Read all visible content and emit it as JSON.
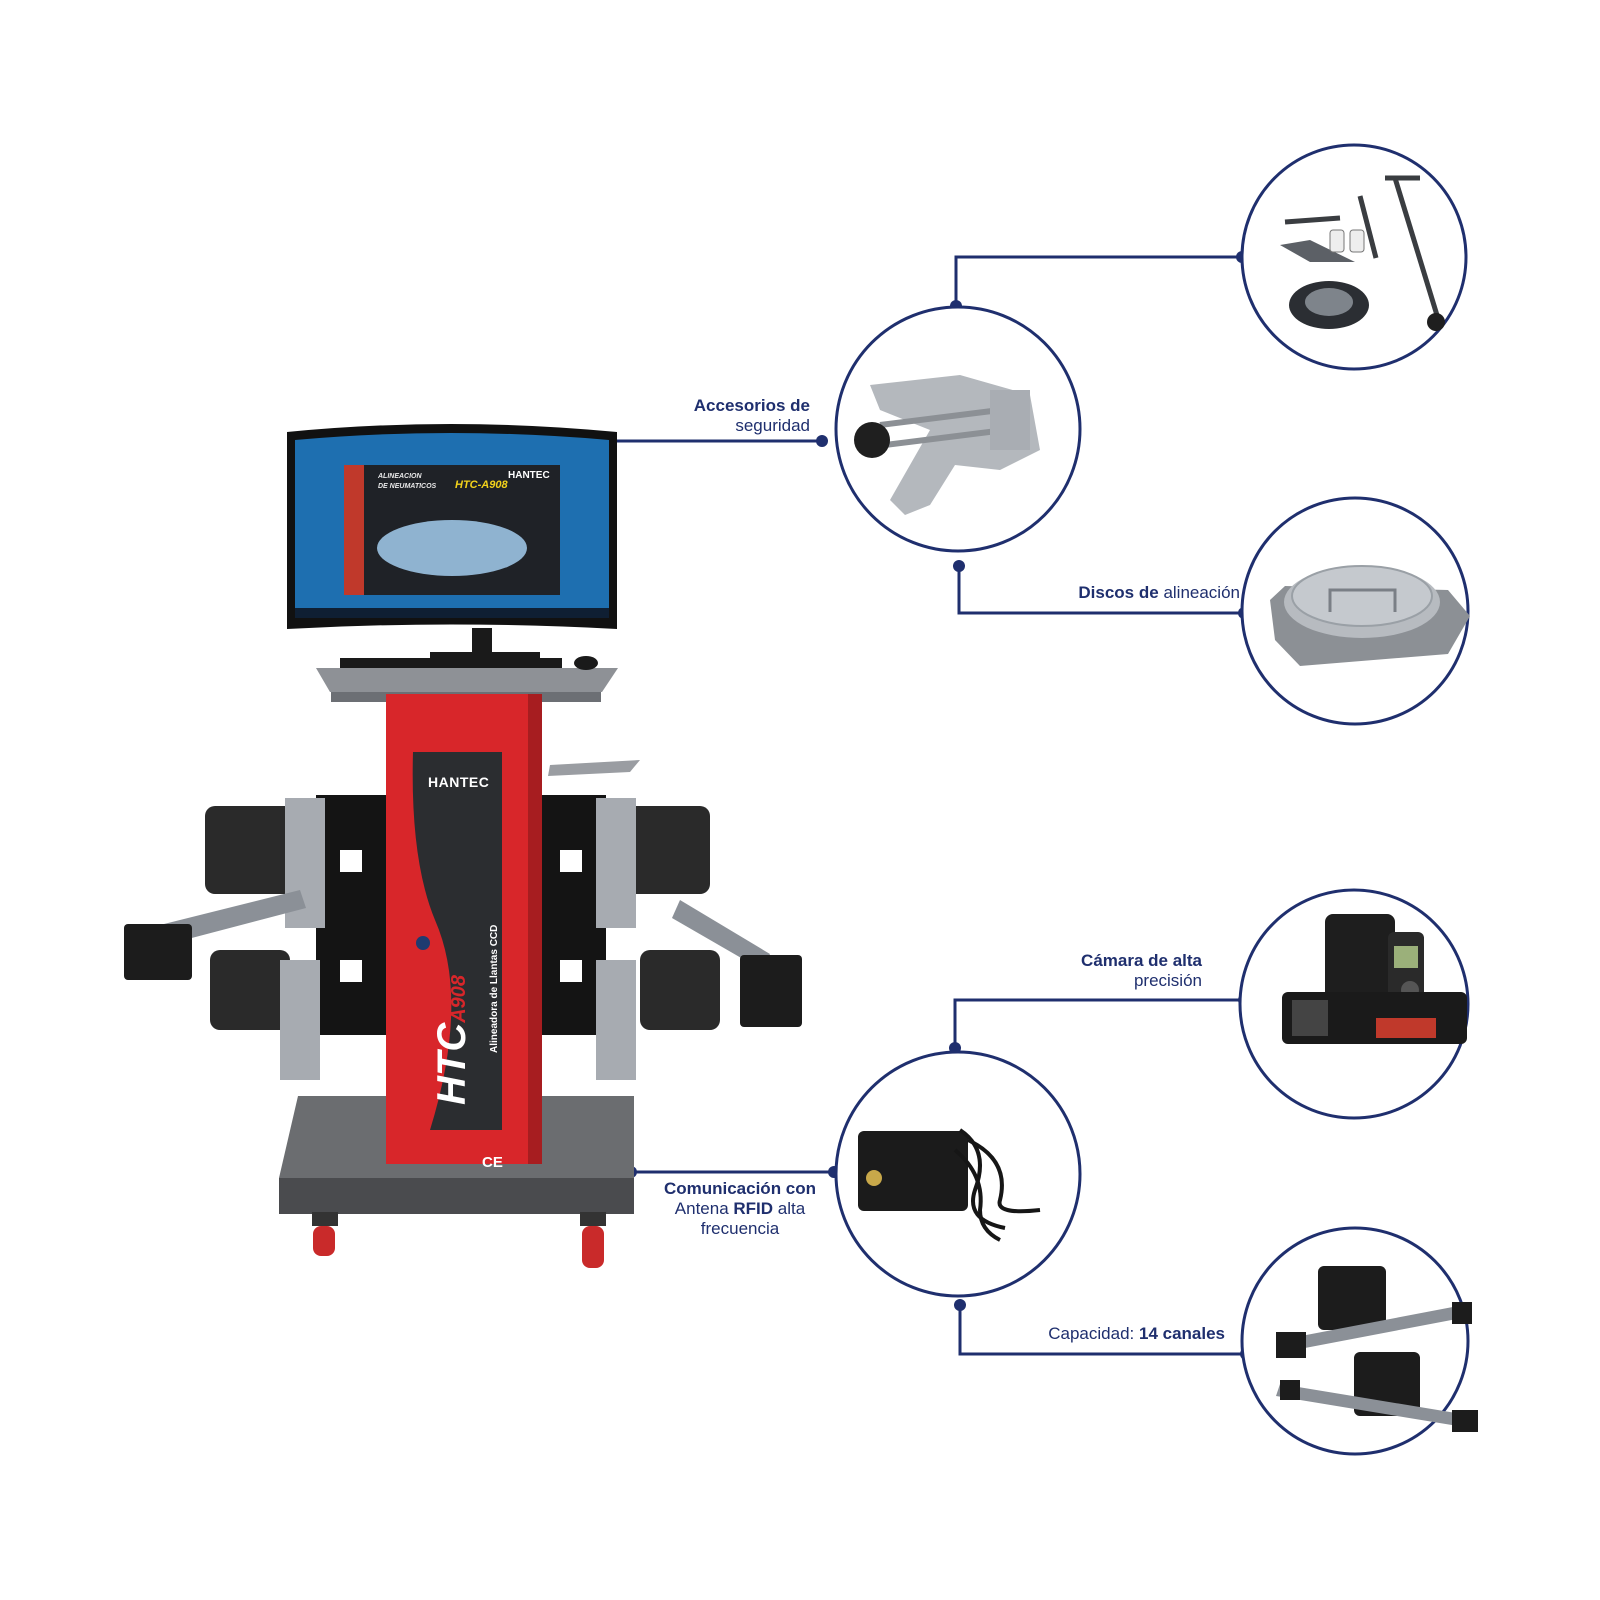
{
  "colors": {
    "navy": "#1f2f6e",
    "machine_red": "#d8262a",
    "dark": "#1e1e1e",
    "metal": "#9ea3aa"
  },
  "product": {
    "brand_label": "HANTEC",
    "model_big": "HTC",
    "model_small": "A908",
    "model_subtitle": "Alineadora de Llantas CCD",
    "screen_title_line1": "ALINEACION",
    "screen_title_line2": "DE NEUMATICOS",
    "screen_model": "HTC-A908",
    "screen_brand": "HANTEC",
    "ce_mark": "CE"
  },
  "features": {
    "seguridad": {
      "bold": "Accesorios de",
      "regular": "seguridad",
      "icon": "wheel-clamp-icon"
    },
    "seguridad_extra": {
      "icon": "brake-pedal-depressor-icon"
    },
    "discos": {
      "bold": "Discos de",
      "regular": "alineación",
      "icon": "turntable-disc-icon"
    },
    "camara": {
      "bold": "Cámara de alta",
      "regular": "precisión",
      "icon": "ccd-camera-head-icon"
    },
    "comunicacion": {
      "bold": "Comunicación con",
      "pre": "Antena ",
      "bold2": "RFID",
      "post": " alta",
      "line3": "frecuencia",
      "icon": "rfid-antenna-icon"
    },
    "capacidad": {
      "regular": "Capacidad: ",
      "bold": "14 canales",
      "icon": "sensor-heads-icon"
    }
  }
}
